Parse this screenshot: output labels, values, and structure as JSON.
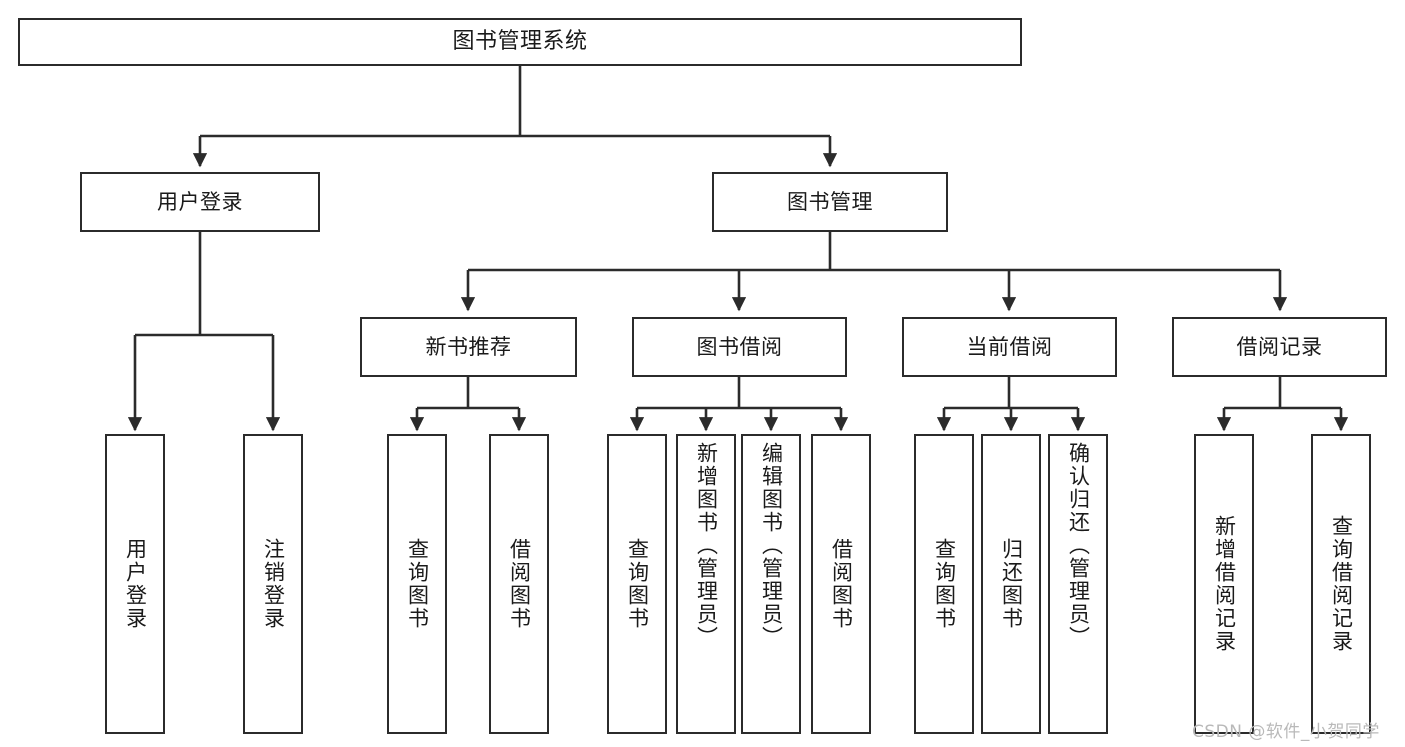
{
  "diagram": {
    "title": "图书管理系统",
    "type": "tree",
    "watermark": "CSDN @软件_小贺同学",
    "colors": {
      "stroke": "#2b2b2b",
      "fill": "#ffffff",
      "text": "#1a1a1a",
      "watermark": "#b9b9b9"
    },
    "nodes": {
      "root": {
        "label": "图书管理系统"
      },
      "level1": [
        {
          "id": "user-login",
          "label": "用户登录"
        },
        {
          "id": "book-management",
          "label": "图书管理"
        }
      ],
      "level2": [
        {
          "id": "new-book-recommend",
          "label": "新书推荐"
        },
        {
          "id": "book-borrow",
          "label": "图书借阅"
        },
        {
          "id": "current-borrow",
          "label": "当前借阅"
        },
        {
          "id": "borrow-record",
          "label": "借阅记录"
        }
      ],
      "leaves": {
        "user_login": [
          {
            "id": "leaf-user-login",
            "label": "用户登录"
          },
          {
            "id": "leaf-logout-login",
            "label": "注销登录"
          }
        ],
        "new_book_recommend": [
          {
            "id": "leaf-query-book-1",
            "label": "查询图书"
          },
          {
            "id": "leaf-borrow-book-1",
            "label": "借阅图书"
          }
        ],
        "book_borrow": [
          {
            "id": "leaf-query-book-2",
            "label": "查询图书"
          },
          {
            "id": "leaf-add-book-admin",
            "label": "新增图书（管理员）"
          },
          {
            "id": "leaf-edit-book-admin",
            "label": "编辑图书（管理员）"
          },
          {
            "id": "leaf-borrow-book-2",
            "label": "借阅图书"
          }
        ],
        "current_borrow": [
          {
            "id": "leaf-query-book-3",
            "label": "查询图书"
          },
          {
            "id": "leaf-return-book",
            "label": "归还图书"
          },
          {
            "id": "leaf-confirm-return-admin",
            "label": "确认归还（管理员）"
          }
        ],
        "borrow_record": [
          {
            "id": "leaf-add-borrow-record",
            "label": "新增借阅记录"
          },
          {
            "id": "leaf-query-borrow-record",
            "label": "查询借阅记录"
          }
        ]
      }
    }
  }
}
